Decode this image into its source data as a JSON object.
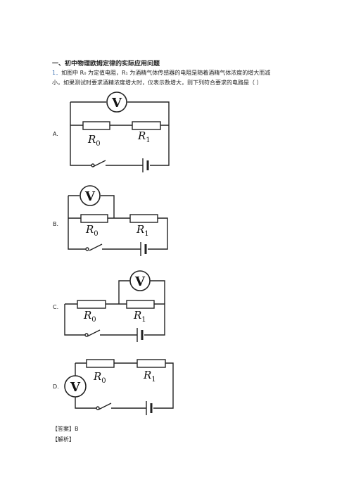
{
  "section_heading": "一、初中物理欧姆定律的实际应用问题",
  "question": {
    "number": "1．",
    "line1": "如图中 R₀ 为定值电阻，R₁ 为酒精气体传感器的电阻是随着酒精气体浓度的增大而减",
    "line2": "小，如果测试时要求酒精浓度增大时，仪表示数增大，则下列符合要求的电路是（    ）"
  },
  "options": [
    {
      "label": "A."
    },
    {
      "label": "B."
    },
    {
      "label": "C."
    },
    {
      "label": "D."
    }
  ],
  "circuit_labels": {
    "voltmeter": "V",
    "r0_main": "R",
    "r0_sub": "0",
    "r1_main": "R",
    "r1_sub": "1"
  },
  "answer": "【答案】B",
  "analysis": "【解析】"
}
